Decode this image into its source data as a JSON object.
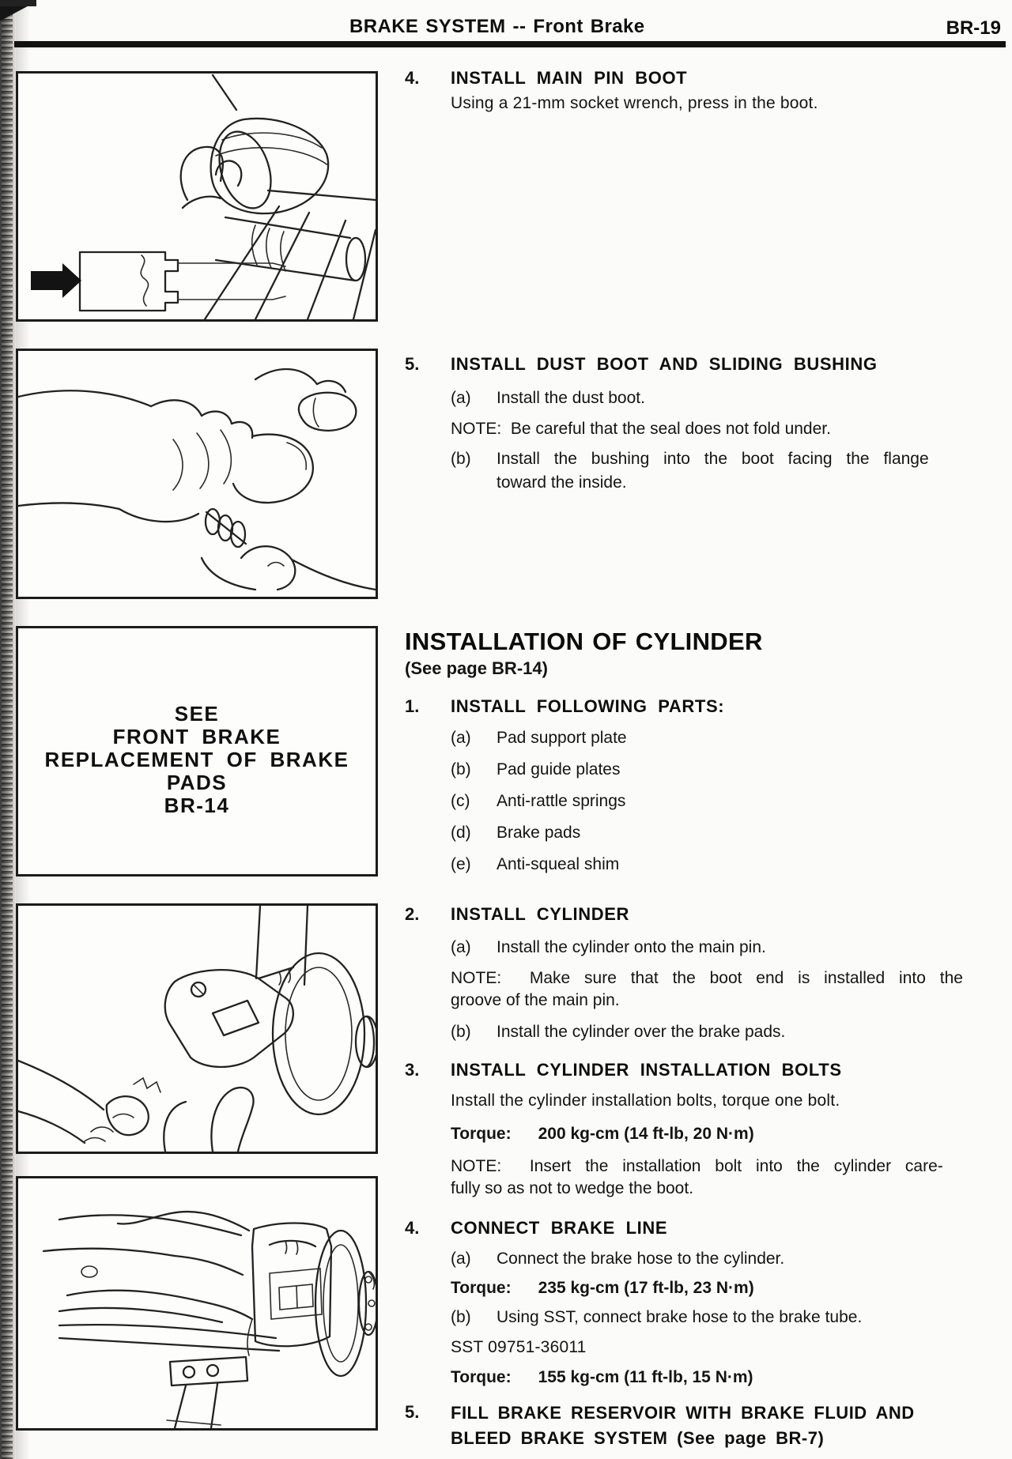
{
  "header": {
    "title": "BRAKE SYSTEM  --  Front Brake",
    "page": "BR-19"
  },
  "see_box": {
    "lines": [
      "SEE",
      "FRONT BRAKE",
      "REPLACEMENT OF BRAKE PADS",
      "BR-14"
    ]
  },
  "sections": {
    "install_main_pin_boot": {
      "num": "4.",
      "title": "INSTALL MAIN PIN BOOT",
      "body": "Using a 21-mm socket wrench, press in the boot."
    },
    "install_dust_boot": {
      "num": "5.",
      "title": "INSTALL DUST BOOT AND SLIDING BUSHING",
      "item_a_label": "(a)",
      "item_a": "Install the dust boot.",
      "note": "NOTE:  Be careful that the seal does not fold under.",
      "item_b_label": "(b)",
      "item_b_lines": [
        "Install the bushing into the boot facing the flange",
        "toward the inside."
      ]
    },
    "installation_of_cylinder": {
      "heading": "INSTALLATION OF CYLINDER",
      "see_page": "(See page BR-14)"
    },
    "install_following_parts": {
      "num": "1.",
      "title": "INSTALL FOLLOWING PARTS:",
      "items": [
        {
          "label": "(a)",
          "text": "Pad support plate"
        },
        {
          "label": "(b)",
          "text": "Pad guide plates"
        },
        {
          "label": "(c)",
          "text": "Anti-rattle springs"
        },
        {
          "label": "(d)",
          "text": "Brake pads"
        },
        {
          "label": "(e)",
          "text": "Anti-squeal shim"
        }
      ]
    },
    "install_cylinder": {
      "num": "2.",
      "title": "INSTALL CYLINDER",
      "item_a_label": "(a)",
      "item_a": "Install the cylinder onto the main pin.",
      "note_lines": [
        "NOTE:  Make sure that the boot end is installed into the",
        "groove of the main pin."
      ],
      "item_b_label": "(b)",
      "item_b": "Install the cylinder over the brake pads."
    },
    "install_cylinder_bolts": {
      "num": "3.",
      "title": "INSTALL CYLINDER INSTALLATION BOLTS",
      "body": "Install the cylinder installation bolts, torque one bolt.",
      "torque_label": "Torque:",
      "torque_value": "200 kg-cm (14 ft-lb, 20 N·m)",
      "note_lines": [
        "NOTE:  Insert the installation bolt into the cylinder care-",
        "fully so as not to wedge the boot."
      ]
    },
    "connect_brake_line": {
      "num": "4.",
      "title": "CONNECT BRAKE LINE",
      "item_a_label": "(a)",
      "item_a": "Connect the brake hose to the cylinder.",
      "torque1_label": "Torque:",
      "torque1_value": "235 kg-cm (17 ft-lb, 23 N·m)",
      "item_b_label": "(b)",
      "item_b": "Using SST, connect brake hose to the brake tube.",
      "sst": "SST 09751-36011",
      "torque2_label": "Torque:",
      "torque2_value": "155 kg-cm (11 ft-lb, 15 N·m)"
    },
    "fill_reservoir": {
      "num": "5.",
      "title_lines": [
        "FILL BRAKE RESERVOIR WITH BRAKE FLUID AND",
        "BLEED BRAKE SYSTEM (See page BR-7)"
      ]
    }
  }
}
